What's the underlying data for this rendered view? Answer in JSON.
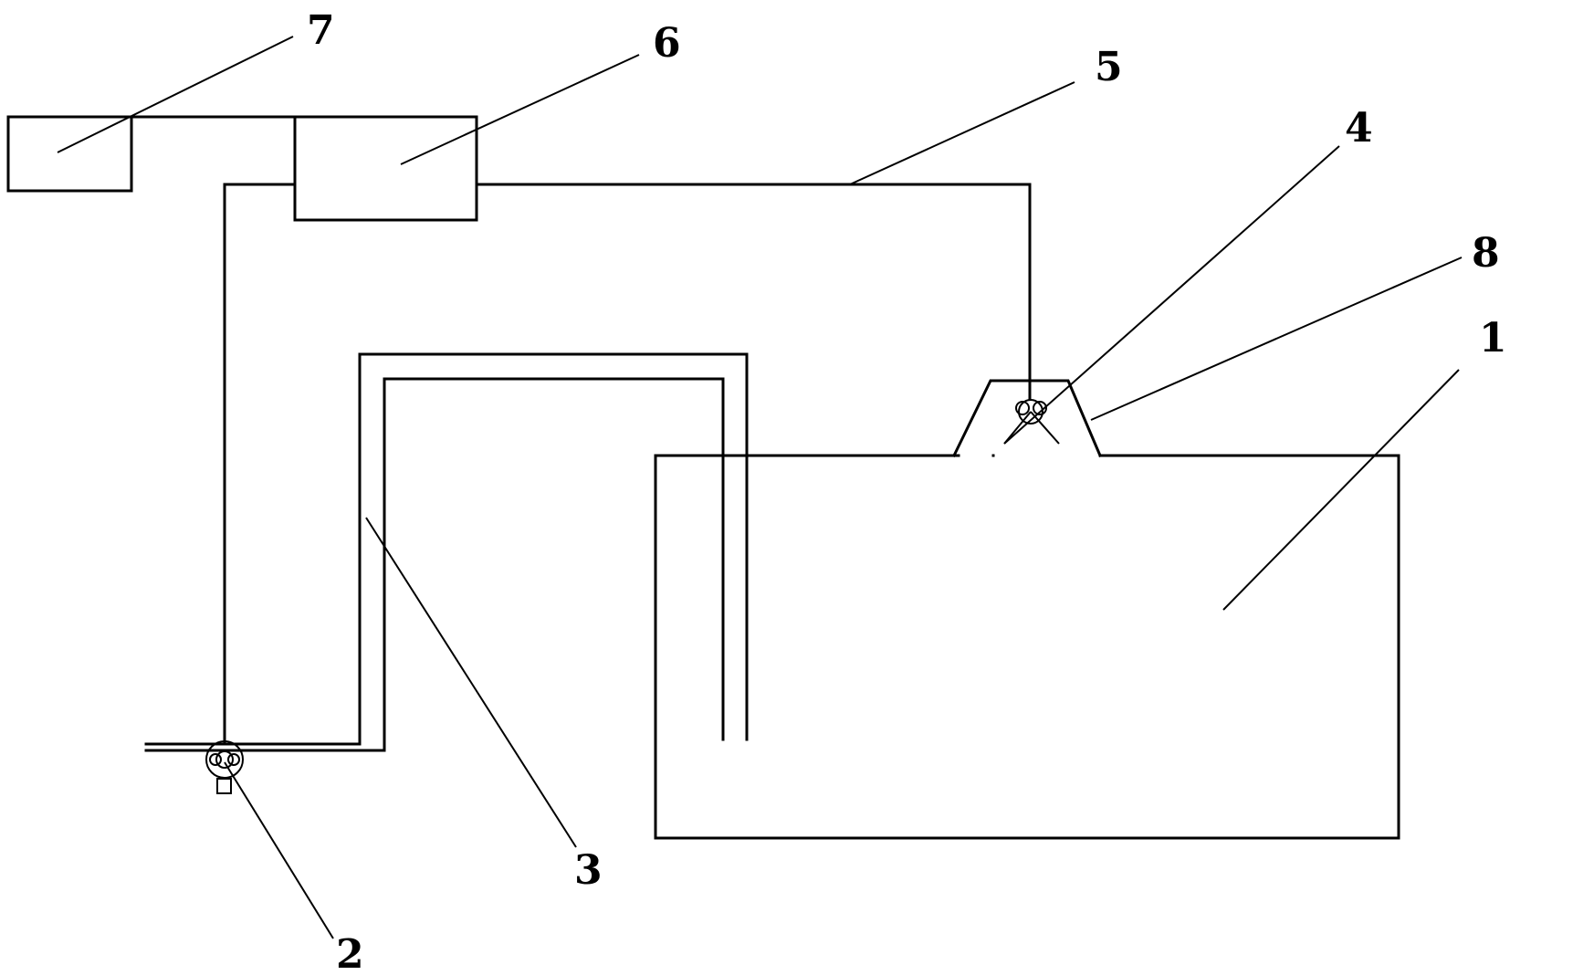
{
  "labels": {
    "l1": "1",
    "l2": "2",
    "l3": "3",
    "l4": "4",
    "l5": "5",
    "l6": "6",
    "l7": "7",
    "l8": "8"
  },
  "colors": {
    "line": "#000000",
    "background": "#ffffff"
  }
}
